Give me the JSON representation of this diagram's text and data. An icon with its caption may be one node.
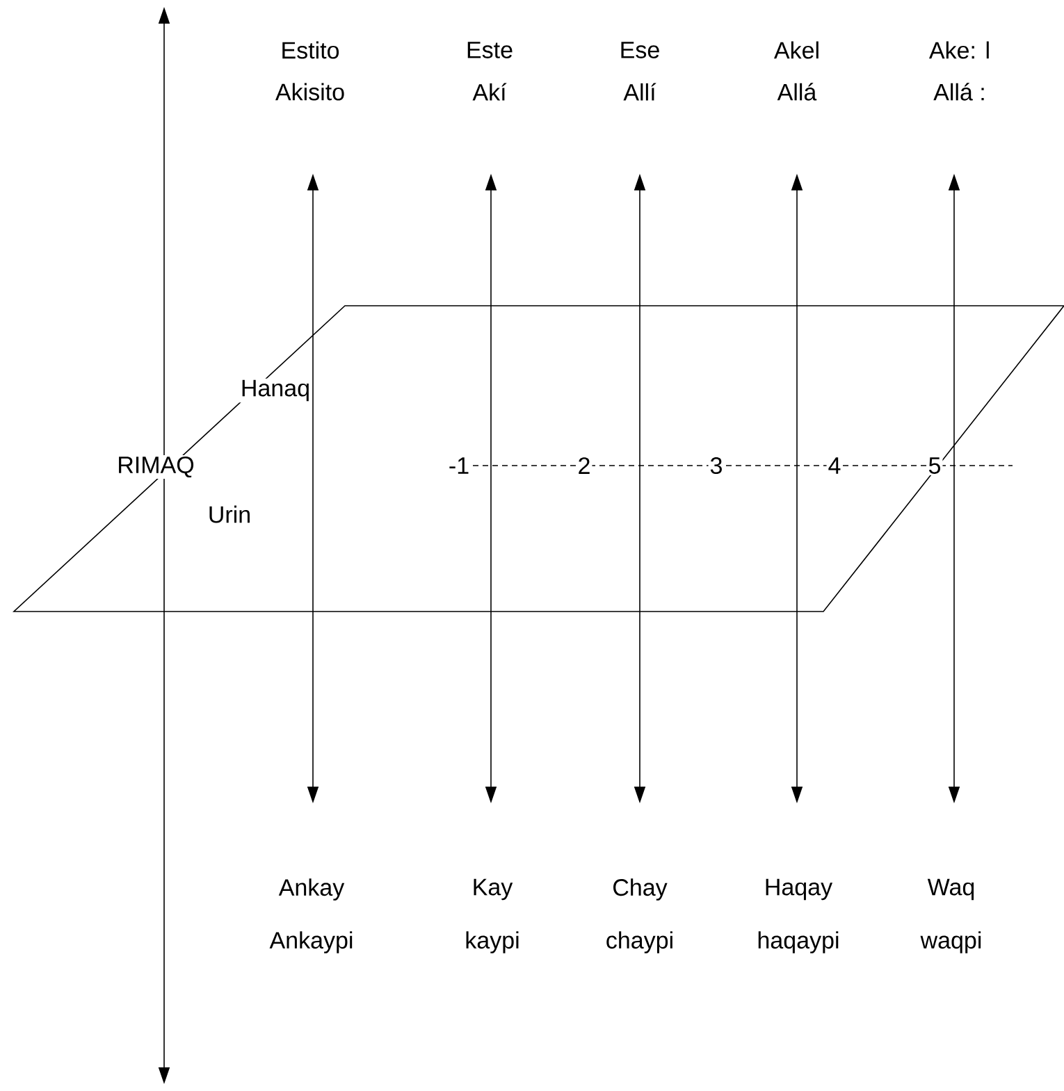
{
  "diagram": {
    "labels": [
      "Estito",
      "Este",
      "Ese",
      "Akel",
      "Ake: l",
      "Akisito",
      "Akí",
      "Allí",
      "Allá",
      "Allá :",
      "Hanaq",
      "RIMAQ",
      "-1",
      "2",
      "3",
      "4",
      "5",
      "Urin",
      "Ankay",
      "Kay",
      "Chay",
      "Haqay",
      "Waq",
      "Ankaypi",
      "kaypi",
      "chaypi",
      "haqaypi",
      "waqpi"
    ]
  }
}
